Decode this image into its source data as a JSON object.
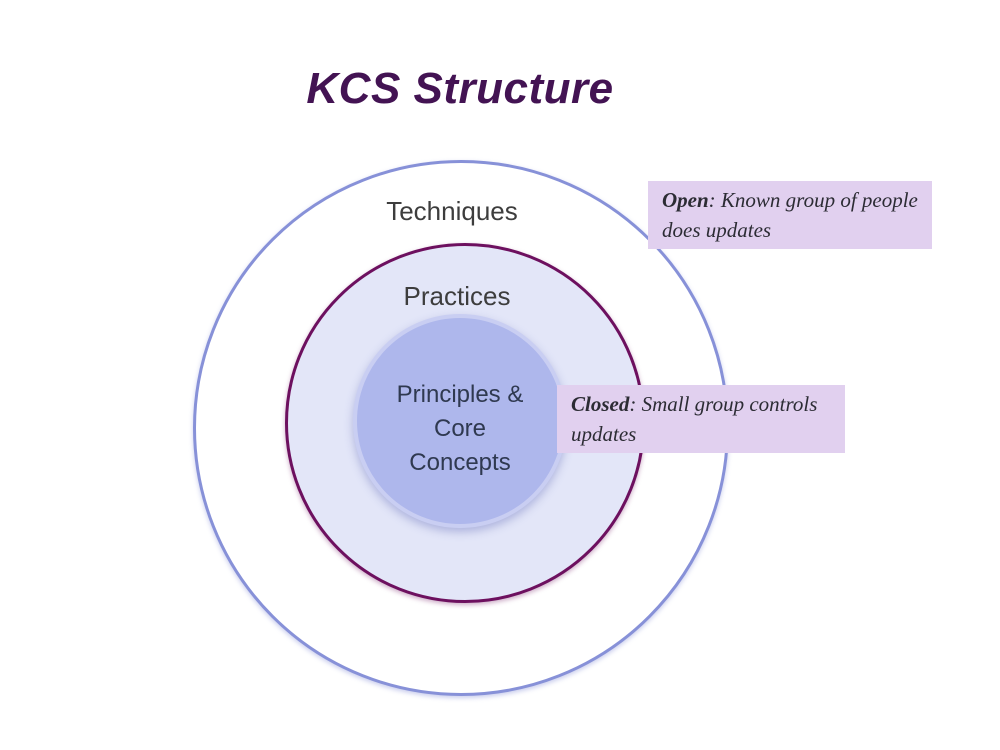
{
  "title": "KCS Structure",
  "diagram": {
    "rings": [
      {
        "label": "Techniques"
      },
      {
        "label": "Practices"
      },
      {
        "label": "Principles & Core Concepts"
      }
    ]
  },
  "callouts": [
    {
      "term": "Open",
      "description": ": Known group of people does updates"
    },
    {
      "term": "Closed",
      "description": ": Small group controls updates"
    }
  ],
  "colors": {
    "title_text": "#431353",
    "outer_ring_stroke": "#8791d8",
    "middle_ring_stroke": "#6d105f",
    "middle_ring_fill": "#e3e6f8",
    "inner_circle_fill": "#aeb7ec",
    "inner_circle_rim": "#c9cef2",
    "callout_background": "#e1d0ef",
    "callout_text": "#2c2c34",
    "ring_label_text": "#3d3d3d",
    "inner_label_text": "#2f3950"
  }
}
